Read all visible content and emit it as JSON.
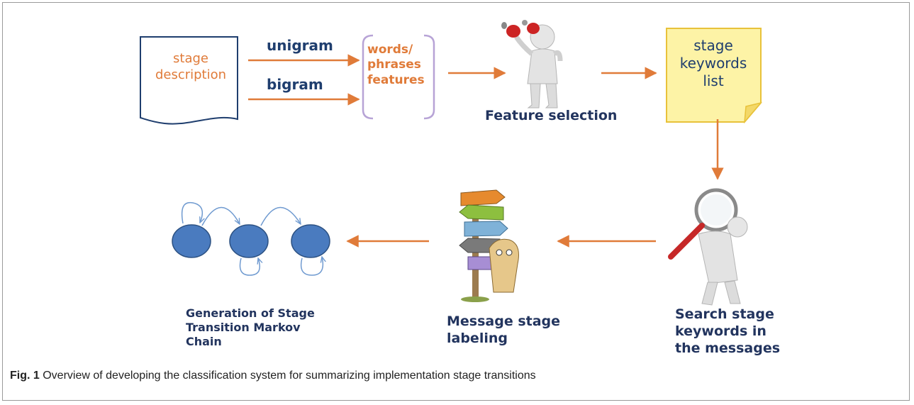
{
  "nodes": {
    "stage_description": "stage\ndescription",
    "unigram": "unigram",
    "bigram": "bigram",
    "features": "words/\nphrases\nfeatures",
    "feature_selection": "Feature selection",
    "keywords_list": "stage\nkeywords\nlist",
    "search_keywords": "Search stage\nkeywords in\nthe messages",
    "message_labeling": "Message stage\nlabeling",
    "markov_chain": "Generation of Stage\nTransition Markov\nChain"
  },
  "caption": {
    "label": "Fig. 1",
    "text": " Overview of developing the classification system for summarizing implementation stage transitions"
  },
  "colors": {
    "arrow": "#e07b39",
    "node_fill": "#4a7bbf",
    "node_stroke": "#2c5182",
    "note_fill": "#fdf3a6",
    "note_stroke": "#e8c23a",
    "doc_stroke": "#1f3e6e",
    "bracket": "#b7a3d6"
  },
  "icons": [
    "document-icon",
    "sticky-note-icon",
    "figure-with-boxing-gloves-icon",
    "figure-with-magnifier-icon",
    "signpost-with-character-icon"
  ]
}
